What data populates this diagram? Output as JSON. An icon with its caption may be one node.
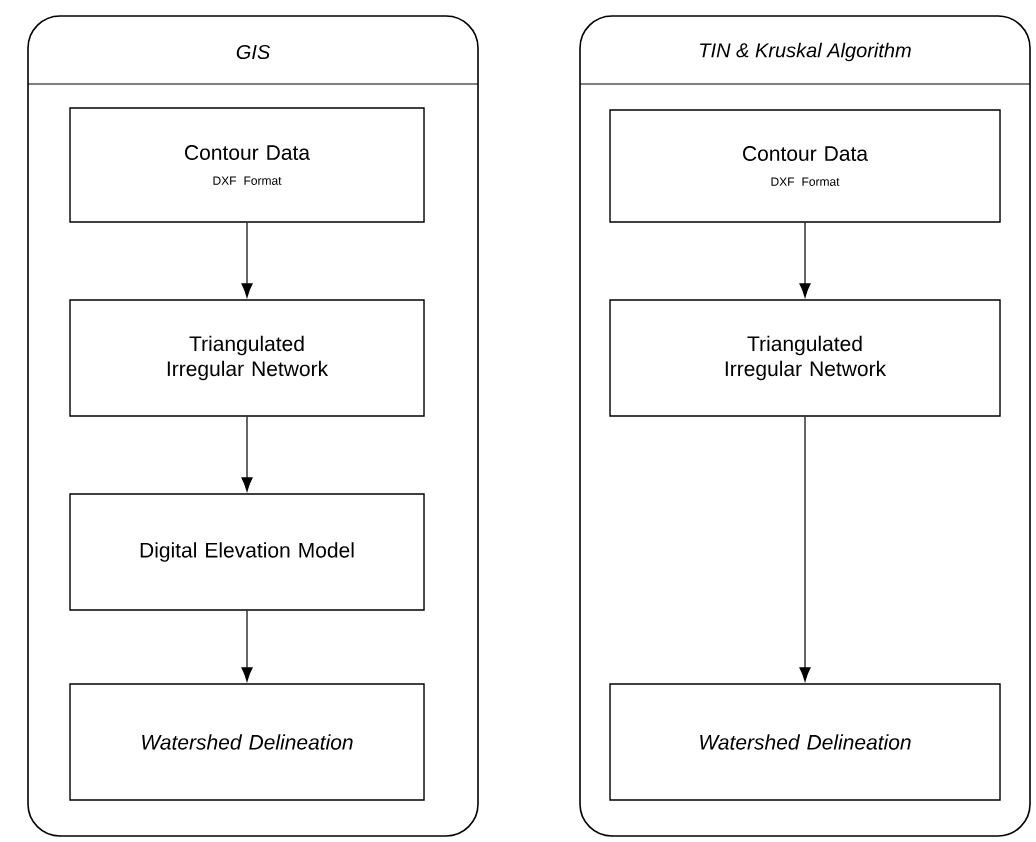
{
  "diagram": {
    "nodes": [
      {
        "text": [
          "GIS"
        ]
      },
      {
        "text": [
          "Contour Data",
          "DXF Format"
        ],
        "in": 0
      },
      {
        "text": [
          "Triangulated Irregular Network"
        ],
        "in": 0
      },
      {
        "text": [
          "Digital Elevation Model"
        ],
        "in": 0
      },
      {
        "text": [
          "Watershed Delineation"
        ],
        "in": 0
      },
      {
        "text": [
          "TIN & Kruskal Algorithm"
        ]
      },
      {
        "text": [
          "Contour Data",
          "DXF Format"
        ],
        "in": 5
      },
      {
        "text": [
          "Triangulated Irregular Network"
        ],
        "in": 5
      },
      {
        "text": [
          "Watershed Delineation"
        ],
        "in": 5
      }
    ],
    "edges": [
      {
        "from": 1,
        "to": 2,
        "arrow": "to"
      },
      {
        "from": 2,
        "to": 3,
        "arrow": "to"
      },
      {
        "from": 3,
        "to": 4,
        "arrow": "to"
      },
      {
        "from": 6,
        "to": 7,
        "arrow": "to"
      },
      {
        "from": 7,
        "to": 8,
        "arrow": "to"
      }
    ]
  }
}
